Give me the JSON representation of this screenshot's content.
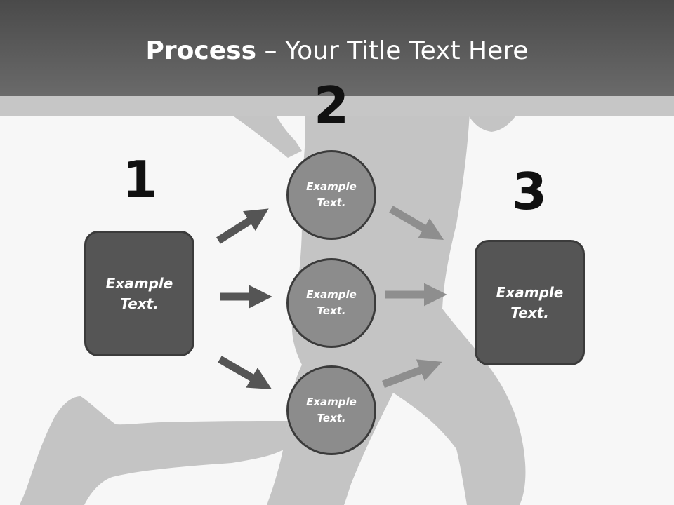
{
  "slide": {
    "title_bold": "Process",
    "title_rest": " – Your Title Text Here"
  },
  "steps": {
    "one": {
      "number": "1",
      "text_line1": "Example",
      "text_line2": "Text."
    },
    "two": {
      "number": "2"
    },
    "three": {
      "number": "3",
      "text_line1": "Example",
      "text_line2": "Text."
    }
  },
  "circles": [
    {
      "text_line1": "Example",
      "text_line2": "Text."
    },
    {
      "text_line1": "Example",
      "text_line2": "Text."
    },
    {
      "text_line1": "Example",
      "text_line2": "Text."
    }
  ],
  "colors": {
    "header": "#555555",
    "box_fill": "#555555",
    "circle_fill": "#8c8c8c",
    "arrow_dark": "#555555",
    "arrow_light": "#8e8e8e",
    "silhouette": "#c4c4c4"
  }
}
